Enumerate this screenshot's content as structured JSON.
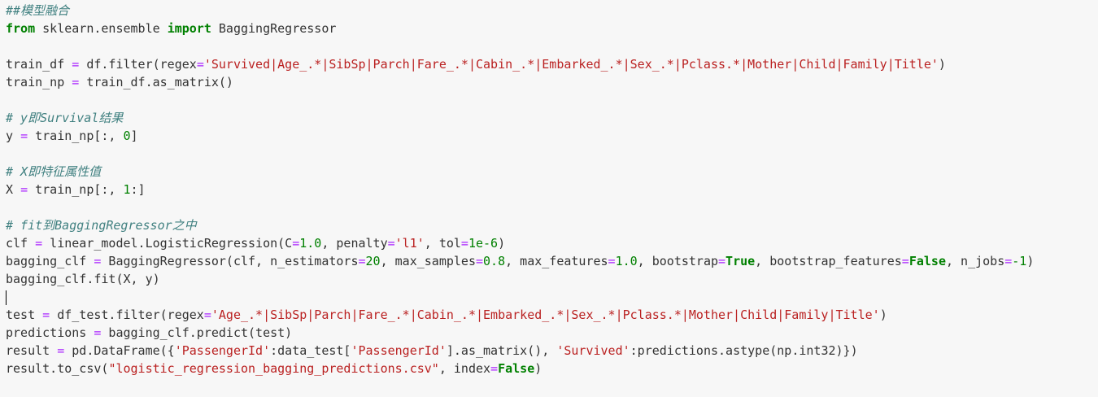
{
  "cell": {
    "lines": [
      [
        {
          "t": "cm",
          "v": "##模型融合"
        }
      ],
      [
        {
          "t": "kw",
          "v": "from"
        },
        {
          "t": "",
          "v": " sklearn.ensemble "
        },
        {
          "t": "kw",
          "v": "import"
        },
        {
          "t": "",
          "v": " BaggingRegressor"
        }
      ],
      [],
      [
        {
          "t": "",
          "v": "train_df "
        },
        {
          "t": "op",
          "v": "="
        },
        {
          "t": "",
          "v": " df.filter(regex"
        },
        {
          "t": "op",
          "v": "="
        },
        {
          "t": "str",
          "v": "'Survived|Age_.*|SibSp|Parch|Fare_.*|Cabin_.*|Embarked_.*|Sex_.*|Pclass.*|Mother|Child|Family|Title'"
        },
        {
          "t": "",
          "v": ")"
        }
      ],
      [
        {
          "t": "",
          "v": "train_np "
        },
        {
          "t": "op",
          "v": "="
        },
        {
          "t": "",
          "v": " train_df.as_matrix()"
        }
      ],
      [],
      [
        {
          "t": "cm",
          "v": "# y即Survival结果"
        }
      ],
      [
        {
          "t": "",
          "v": "y "
        },
        {
          "t": "op",
          "v": "="
        },
        {
          "t": "",
          "v": " train_np[:, "
        },
        {
          "t": "num",
          "v": "0"
        },
        {
          "t": "",
          "v": "]"
        }
      ],
      [],
      [
        {
          "t": "cm",
          "v": "# X即特征属性值"
        }
      ],
      [
        {
          "t": "",
          "v": "X "
        },
        {
          "t": "op",
          "v": "="
        },
        {
          "t": "",
          "v": " train_np[:, "
        },
        {
          "t": "num",
          "v": "1"
        },
        {
          "t": "",
          "v": ":]"
        }
      ],
      [],
      [
        {
          "t": "cm",
          "v": "# fit到BaggingRegressor之中"
        }
      ],
      [
        {
          "t": "",
          "v": "clf "
        },
        {
          "t": "op",
          "v": "="
        },
        {
          "t": "",
          "v": " linear_model.LogisticRegression(C"
        },
        {
          "t": "op",
          "v": "="
        },
        {
          "t": "num",
          "v": "1.0"
        },
        {
          "t": "",
          "v": ", penalty"
        },
        {
          "t": "op",
          "v": "="
        },
        {
          "t": "str",
          "v": "'l1'"
        },
        {
          "t": "",
          "v": ", tol"
        },
        {
          "t": "op",
          "v": "="
        },
        {
          "t": "num",
          "v": "1e-6"
        },
        {
          "t": "",
          "v": ")"
        }
      ],
      [
        {
          "t": "",
          "v": "bagging_clf "
        },
        {
          "t": "op",
          "v": "="
        },
        {
          "t": "",
          "v": " BaggingRegressor(clf, n_estimators"
        },
        {
          "t": "op",
          "v": "="
        },
        {
          "t": "num",
          "v": "20"
        },
        {
          "t": "",
          "v": ", max_samples"
        },
        {
          "t": "op",
          "v": "="
        },
        {
          "t": "num",
          "v": "0.8"
        },
        {
          "t": "",
          "v": ", max_features"
        },
        {
          "t": "op",
          "v": "="
        },
        {
          "t": "num",
          "v": "1.0"
        },
        {
          "t": "",
          "v": ", bootstrap"
        },
        {
          "t": "op",
          "v": "="
        },
        {
          "t": "bool",
          "v": "True"
        },
        {
          "t": "",
          "v": ", bootstrap_features"
        },
        {
          "t": "op",
          "v": "="
        },
        {
          "t": "bool",
          "v": "False"
        },
        {
          "t": "",
          "v": ", n_jobs"
        },
        {
          "t": "op",
          "v": "="
        },
        {
          "t": "num",
          "v": "-1"
        },
        {
          "t": "",
          "v": ")"
        }
      ],
      [
        {
          "t": "",
          "v": "bagging_clf.fit(X, y)"
        }
      ],
      [
        {
          "t": "caret",
          "v": ""
        }
      ],
      [
        {
          "t": "",
          "v": "test "
        },
        {
          "t": "op",
          "v": "="
        },
        {
          "t": "",
          "v": " df_test.filter(regex"
        },
        {
          "t": "op",
          "v": "="
        },
        {
          "t": "str",
          "v": "'Age_.*|SibSp|Parch|Fare_.*|Cabin_.*|Embarked_.*|Sex_.*|Pclass.*|Mother|Child|Family|Title'"
        },
        {
          "t": "",
          "v": ")"
        }
      ],
      [
        {
          "t": "",
          "v": "predictions "
        },
        {
          "t": "op",
          "v": "="
        },
        {
          "t": "",
          "v": " bagging_clf.predict(test)"
        }
      ],
      [
        {
          "t": "",
          "v": "result "
        },
        {
          "t": "op",
          "v": "="
        },
        {
          "t": "",
          "v": " pd.DataFrame({"
        },
        {
          "t": "str",
          "v": "'PassengerId'"
        },
        {
          "t": "",
          "v": ":data_test["
        },
        {
          "t": "str",
          "v": "'PassengerId'"
        },
        {
          "t": "",
          "v": "].as_matrix(), "
        },
        {
          "t": "str",
          "v": "'Survived'"
        },
        {
          "t": "",
          "v": ":predictions.astype(np.int32)})"
        }
      ],
      [
        {
          "t": "",
          "v": "result.to_csv("
        },
        {
          "t": "str",
          "v": "\"logistic_regression_bagging_predictions.csv\""
        },
        {
          "t": "",
          "v": ", index"
        },
        {
          "t": "op",
          "v": "="
        },
        {
          "t": "bool",
          "v": "False"
        },
        {
          "t": "",
          "v": ")"
        }
      ]
    ]
  },
  "colors": {
    "background": "#f7f7f7",
    "text": "#333333",
    "keyword": "#008000",
    "comment": "#408080",
    "string": "#ba2121",
    "operator": "#aa22ff"
  }
}
